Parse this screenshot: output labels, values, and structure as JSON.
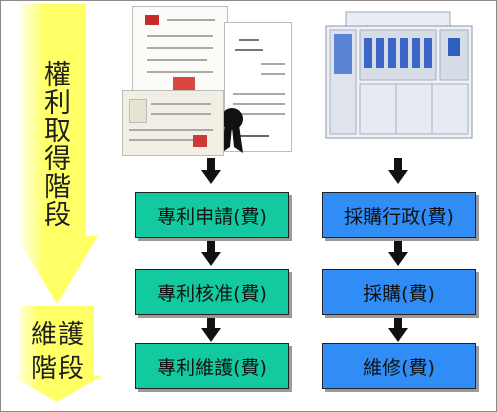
{
  "stages": {
    "rights_label": "權利取得階段",
    "maintenance_label": "維護\n階段"
  },
  "patent_flow": [
    "專利申請(費)",
    "專利核准(費)",
    "專利維護(費)"
  ],
  "procurement_flow": [
    "採購行政(費)",
    "採購(費)",
    "維修(費)"
  ],
  "colors": {
    "patent_box": "#12c9a0",
    "procurement_box": "#2f8df5",
    "stage_arrow": "#ffff66"
  },
  "images": {
    "left": "patent-certificates",
    "right": "semiconductor-equipment"
  }
}
